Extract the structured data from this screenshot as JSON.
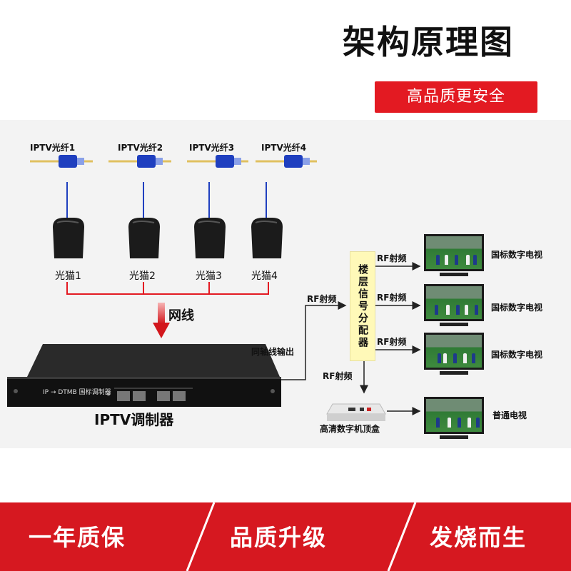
{
  "header": {
    "title": "架构原理图",
    "tagline": "高品质更安全"
  },
  "fibers": [
    {
      "label": "IPTV光纤1"
    },
    {
      "label": "IPTV光纤2"
    },
    {
      "label": "IPTV光纤3"
    },
    {
      "label": "IPTV光纤4"
    }
  ],
  "modems": [
    {
      "label": "光猫1"
    },
    {
      "label": "光猫2"
    },
    {
      "label": "光猫3"
    },
    {
      "label": "光猫4"
    }
  ],
  "network_label": "网线",
  "modulator": {
    "name": "IPTV调制器",
    "panel_text": "IP → DTMB 国标调制器",
    "output_label": "同轴线输出"
  },
  "rf_label": "RF射频",
  "splitter": {
    "label": "楼层信号分配器"
  },
  "tv_outputs": [
    {
      "rf": "RF射频",
      "label": "国标数字电视"
    },
    {
      "rf": "RF射频",
      "label": "国标数字电视"
    },
    {
      "rf": "RF射频",
      "label": "国标数字电视"
    }
  ],
  "stb": {
    "rf": "RF射频",
    "label": "高清数字机顶盒",
    "tv_label": "普通电视"
  },
  "slogans": [
    "一年质保",
    "品质升级",
    "发烧而生"
  ],
  "colors": {
    "accent_red": "#e31a22",
    "fiber_blue": "#1f3fbf",
    "splitter_yellow": "#fff9b8"
  }
}
